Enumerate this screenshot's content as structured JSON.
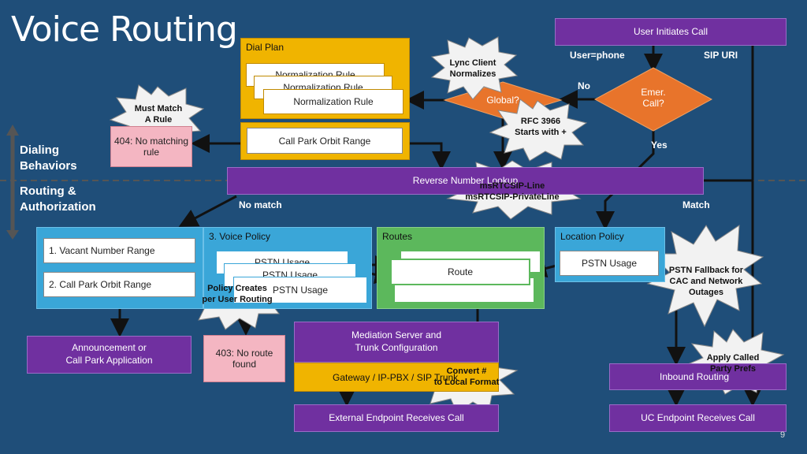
{
  "title": "Voice Routing",
  "user_initiates_call": "User Initiates Call",
  "user_phone": "User=phone",
  "sip_uri": "SIP URI",
  "no_label": "No",
  "yes_label": "Yes",
  "emer_call": "Emer.\nCall?",
  "global_q": "Global?",
  "dial_plan": {
    "title": "Dial Plan",
    "rule_back2": "Normalization Rule",
    "rule_back1": "Normalization Rule",
    "rule_front": "Normalization Rule",
    "call_park_orbit": "Call Park Orbit Range"
  },
  "no_matching_rule": "404: No matching rule",
  "reverse_number": "Reverse Number Lookup",
  "no_match": "No match",
  "match": "Match",
  "sections": {
    "dialing": "Dialing\nBehaviors",
    "routing": "Routing &\nAuthorization"
  },
  "left_panel": {
    "item1": "1. Vacant Number Range",
    "item2": "2. Call Park Orbit Range"
  },
  "voice_policy": {
    "title": "3. Voice Policy",
    "usage1": "PSTN Usage",
    "usage2": "PSTN Usage",
    "usage3": "PSTN Usage"
  },
  "routes": {
    "title": "Routes",
    "route": "Route"
  },
  "location_policy": {
    "title": "Location Policy",
    "usage": "PSTN Usage"
  },
  "announcement": "Announcement or\nCall Park Application",
  "no_route": "403: No route\nfound",
  "mediation": "Mediation Server and\nTrunk Configuration",
  "gateway": "Gateway / IP-PBX / SIP Trunk",
  "external_endpoint": "External Endpoint Receives Call",
  "inbound": "Inbound Routing",
  "uc_endpoint": "UC Endpoint Receives Call",
  "page_number": "9",
  "callouts": {
    "lync": "Lync Client\nNormalizes",
    "must_match": "Must Match\nA Rule",
    "rfc": "RFC 3966\nStarts with +",
    "msrtcsip": "msRTCSIP-Line\nmsRTCSIP-PrivateLine",
    "policy_creates": "Policy Creates\nper User Routing",
    "pstn_fallback": "PSTN Fallback for\nCAC and Network\nOutages",
    "apply_called": "Apply Called\nParty Prefs",
    "convert": "Convert #\nto Local Format"
  },
  "colors": {
    "background": "#1f4e79",
    "purple": "#7030a0",
    "orange_diamond": "#e8742b",
    "dial_plan_gold": "#f0b400",
    "pink": "#f4b6c2",
    "light_blue_panel": "#3aa6d8",
    "green_panel": "#5cb85c"
  }
}
